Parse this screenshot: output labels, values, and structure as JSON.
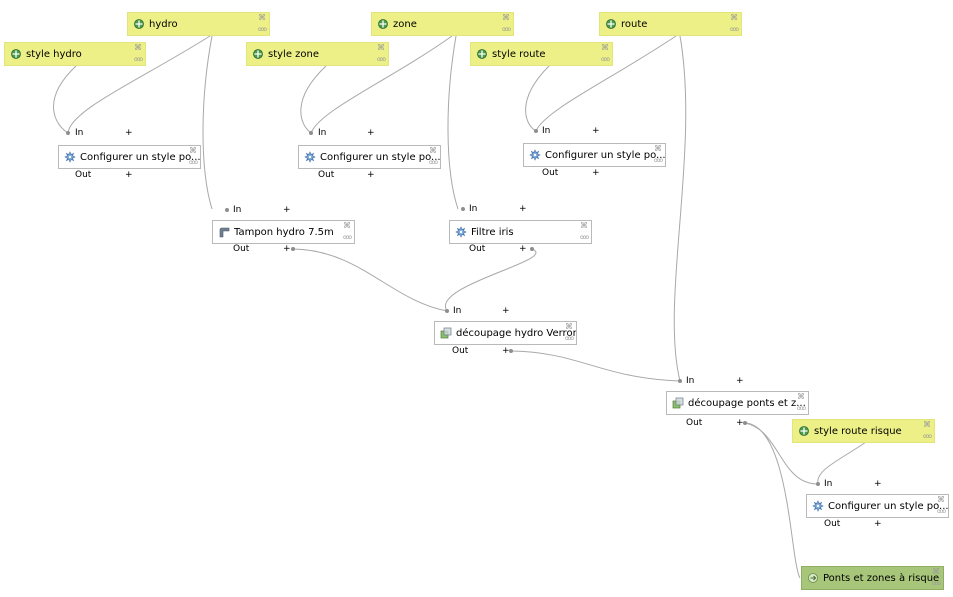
{
  "nodes": {
    "hydro": {
      "label": "hydro",
      "kind": "input",
      "icon": "parameter-icon"
    },
    "zone": {
      "label": "zone",
      "kind": "input",
      "icon": "parameter-icon"
    },
    "route": {
      "label": "route",
      "kind": "input",
      "icon": "parameter-icon"
    },
    "style_hydro": {
      "label": "style hydro",
      "kind": "input",
      "icon": "parameter-icon"
    },
    "style_zone": {
      "label": "style zone",
      "kind": "input",
      "icon": "parameter-icon"
    },
    "style_route": {
      "label": "style route",
      "kind": "input",
      "icon": "parameter-icon"
    },
    "style_route_risque": {
      "label": "style route risque",
      "kind": "input",
      "icon": "parameter-icon"
    },
    "cfg_hydro": {
      "label": "Configurer un style po...",
      "kind": "algorithm",
      "icon": "gear-icon"
    },
    "cfg_zone": {
      "label": "Configurer un style po...",
      "kind": "algorithm",
      "icon": "gear-icon"
    },
    "cfg_route": {
      "label": "Configurer un style po...",
      "kind": "algorithm",
      "icon": "gear-icon"
    },
    "cfg_risque": {
      "label": "Configurer un style po...",
      "kind": "algorithm",
      "icon": "gear-icon"
    },
    "tampon": {
      "label": "Tampon hydro 7.5m",
      "kind": "algorithm",
      "icon": "buffer-icon"
    },
    "filtre": {
      "label": "Filtre iris",
      "kind": "algorithm",
      "icon": "gear-icon"
    },
    "decoupage_hydro": {
      "label": "découpage hydro Verron",
      "kind": "algorithm",
      "icon": "clip-icon"
    },
    "decoupage_ponts": {
      "label": "découpage ponts et z...",
      "kind": "algorithm",
      "icon": "clip-icon"
    },
    "output": {
      "label": "Ponts et zones à risque",
      "kind": "output",
      "icon": "output-icon"
    }
  },
  "ports": {
    "in_label": "In",
    "out_label": "Out",
    "plus": "+"
  },
  "glyphs": {
    "close": "⌘",
    "more": "ooo"
  },
  "colors": {
    "input_bg": "#ecf086",
    "output_bg": "#a8c67a",
    "wire": "#a8a8a8",
    "node_border": "#b9b9b9"
  }
}
